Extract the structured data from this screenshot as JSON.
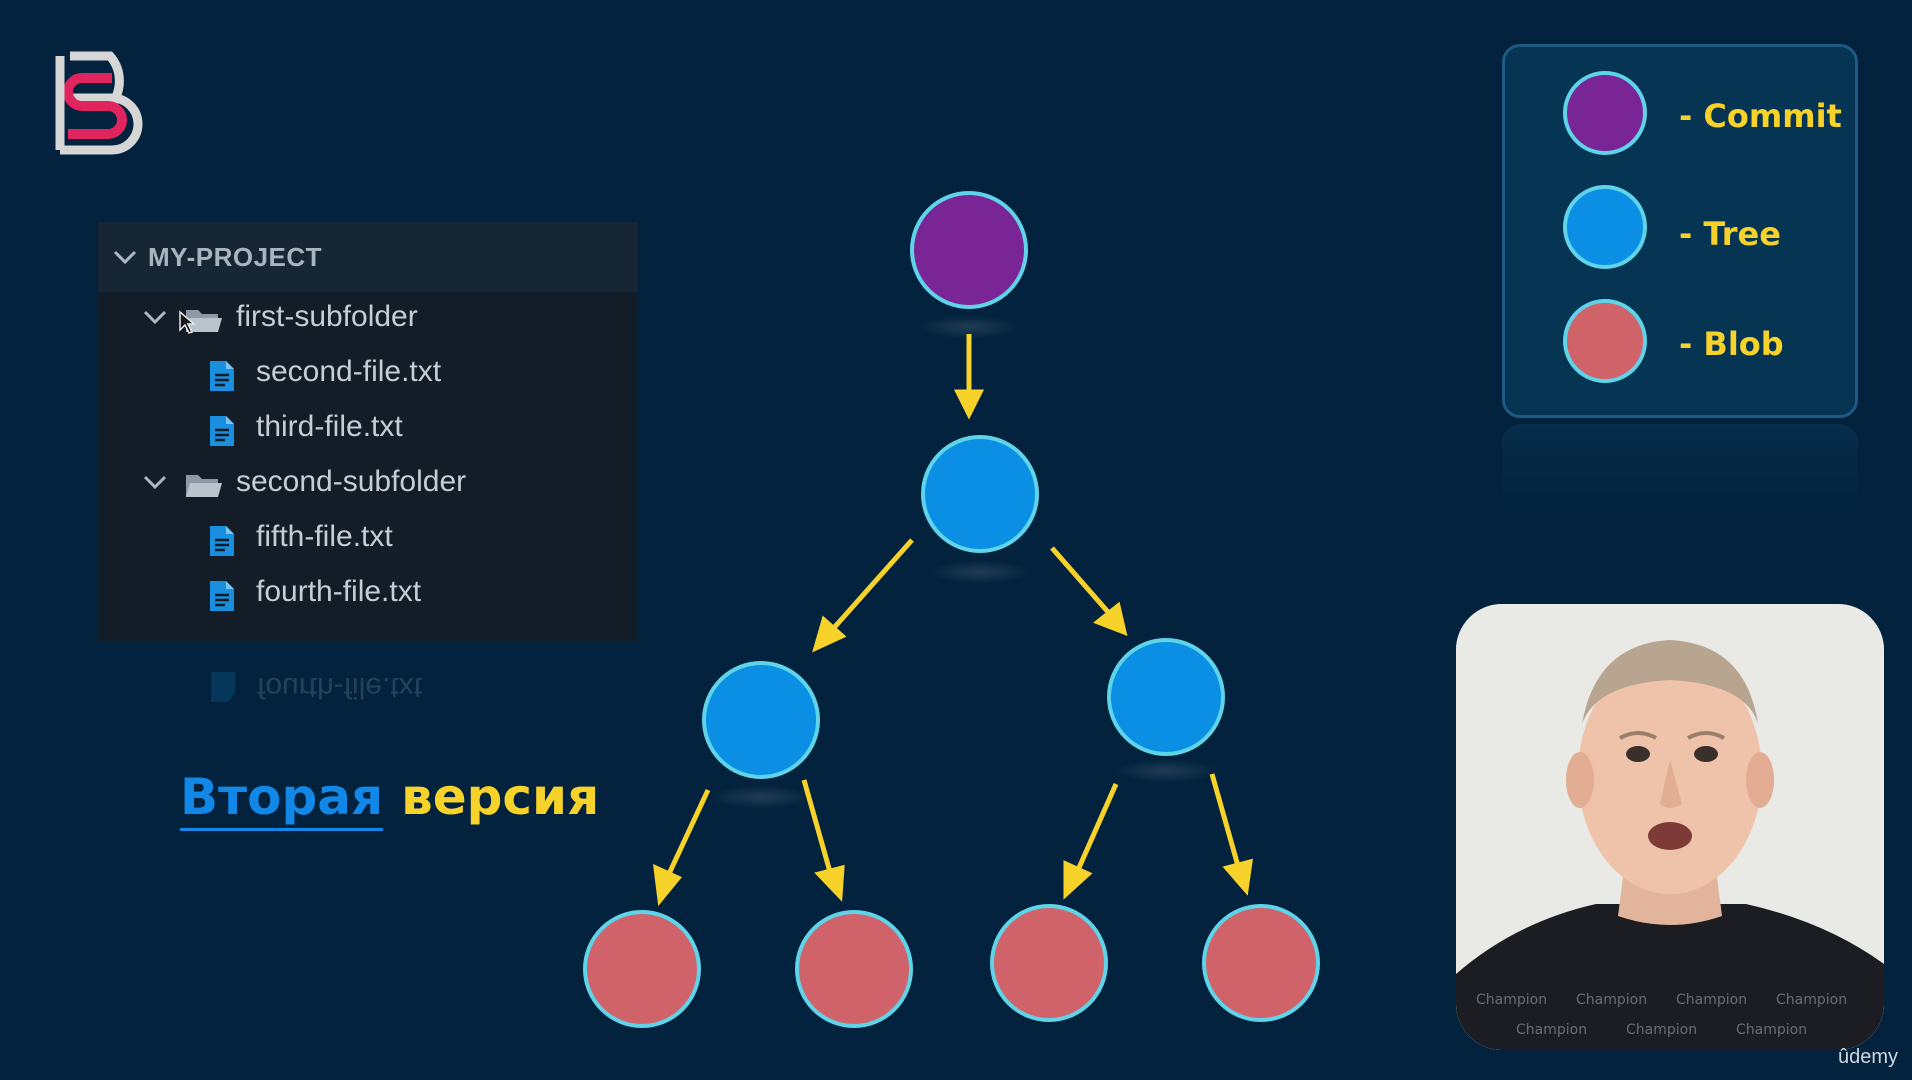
{
  "explorer": {
    "project": "MY-PROJECT",
    "rows": [
      {
        "label": "first-subfolder",
        "kind": "folder"
      },
      {
        "label": "second-file.txt",
        "kind": "file"
      },
      {
        "label": "third-file.txt",
        "kind": "file"
      },
      {
        "label": "second-subfolder",
        "kind": "folder"
      },
      {
        "label": "fifth-file.txt",
        "kind": "file"
      },
      {
        "label": "fourth-file.txt",
        "kind": "file"
      }
    ],
    "reflection_text": "fourth-file.txt"
  },
  "caption": {
    "word1": "Вторая",
    "word2": "версия"
  },
  "legend": {
    "commit": "- Commit",
    "tree": "- Tree",
    "blob": "- Blob"
  },
  "colors": {
    "background": "#02223d",
    "commit": "#7a2596",
    "tree": "#0a8fe4",
    "blob": "#d0626a",
    "node_border": "#5fd3e8",
    "arrow": "#f7d22a"
  },
  "watermark": "ûdemy"
}
